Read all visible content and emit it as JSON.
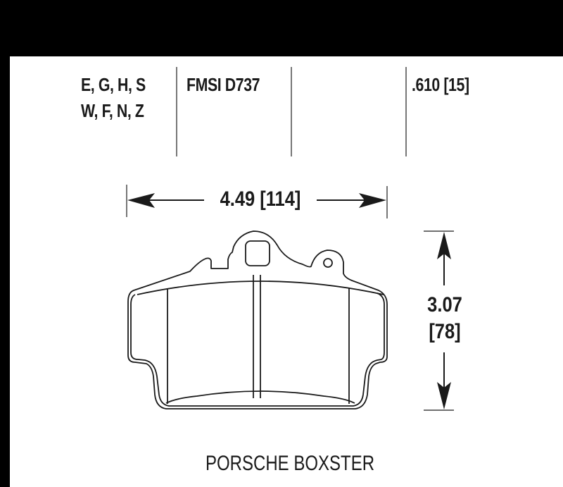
{
  "header": {
    "compounds_line1": "E, G, H, S",
    "compounds_line2": "W, F, N, Z",
    "fmsi": "FMSI D737",
    "thickness": ".610 [15]"
  },
  "dimensions": {
    "width": "4.49 [114]",
    "height_in": "3.07",
    "height_mm": "[78]"
  },
  "caption": "PORSCHE BOXSTER",
  "colors": {
    "band": "#000000",
    "background": "#ffffff",
    "line": "#1a1a1a",
    "divider": "#777777"
  }
}
